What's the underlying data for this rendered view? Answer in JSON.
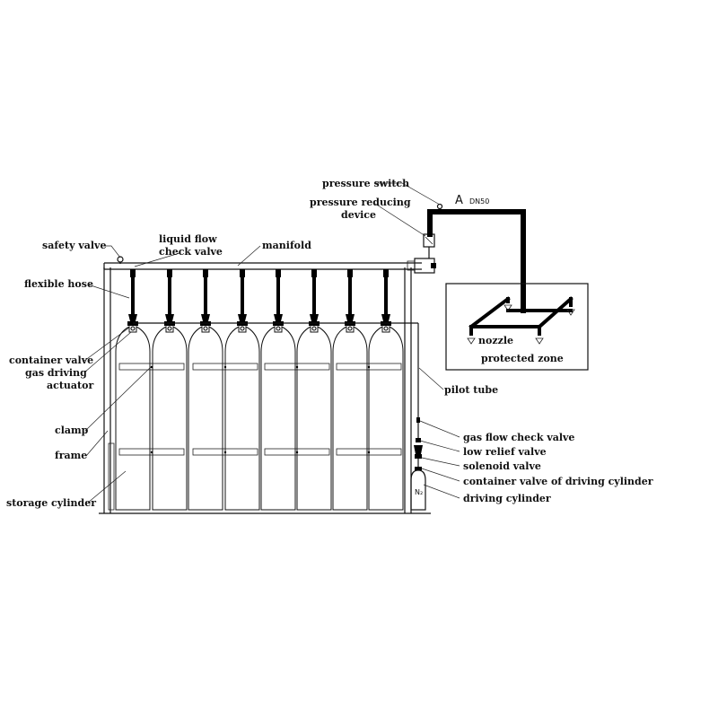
{
  "labels": {
    "safety_valve": "safety valve",
    "liquid_flow_check_valve_1": "liquid flow",
    "liquid_flow_check_valve_2": "check valve",
    "manifold": "manifold",
    "flexible_hose": "flexible hose",
    "pressure_switch": "pressure switch",
    "pressure_reducing_device_1": "pressure reducing",
    "pressure_reducing_device_2": "device",
    "section_mark": "A",
    "pipe_size": "DN50",
    "nozzle": "nozzle",
    "protected_zone": "protected zone",
    "container_valve": "container valve",
    "gas_driving_actuator_1": "gas driving",
    "gas_driving_actuator_2": "actuator",
    "pilot_tube": "pilot tube",
    "clamp": "clamp",
    "frame": "frame",
    "storage_cylinder": "storage cylinder",
    "gas_flow_check_valve": "gas flow check valve",
    "low_relief_valve": "low relief valve",
    "solenoid_valve": "solenoid valve",
    "container_valve_of_driving_cylinder": "container valve of driving cylinder",
    "driving_cylinder": "driving cylinder",
    "driving_cylinder_gas": "N₂"
  }
}
